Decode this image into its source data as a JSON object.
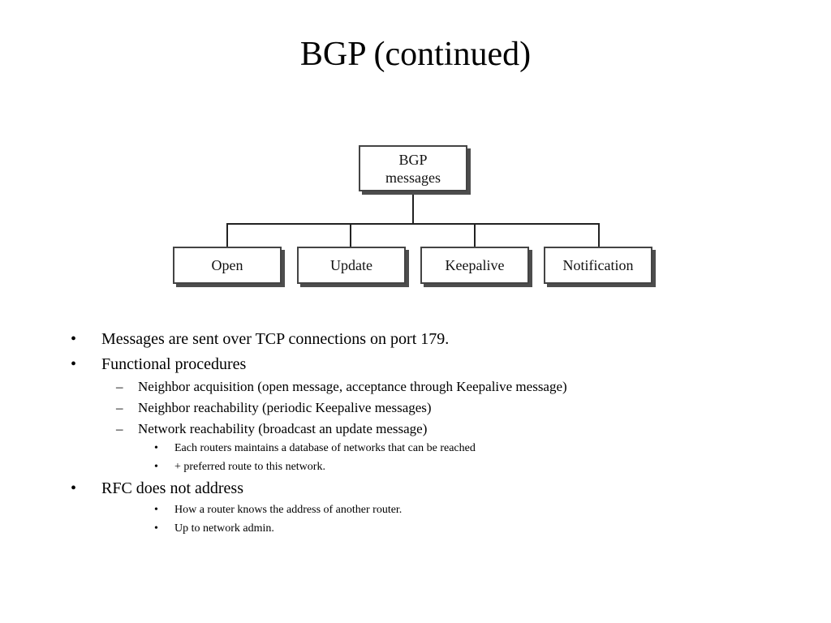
{
  "slide": {
    "title": "BGP (continued)"
  },
  "diagram": {
    "root_line1": "BGP",
    "root_line2": "messages",
    "children": [
      "Open",
      "Update",
      "Keepalive",
      "Notification"
    ]
  },
  "bullets": {
    "level1_marker": "•",
    "level2_marker": "–",
    "level3_marker": "•",
    "item1": "Messages are sent over TCP connections on port 179.",
    "item2": "Functional procedures",
    "item2_sub1": "Neighbor acquisition (open message, acceptance through Keepalive message)",
    "item2_sub2": "Neighbor reachability (periodic Keepalive messages)",
    "item2_sub3": "Network reachability (broadcast an update message)",
    "item2_sub3_sub1": "Each routers maintains a database of networks that can be reached",
    "item2_sub3_sub2": "+ preferred route to this network.",
    "item3": "RFC does not address",
    "item3_sub1": "How a router knows the address of another router.",
    "item3_sub2": "Up to network admin."
  }
}
